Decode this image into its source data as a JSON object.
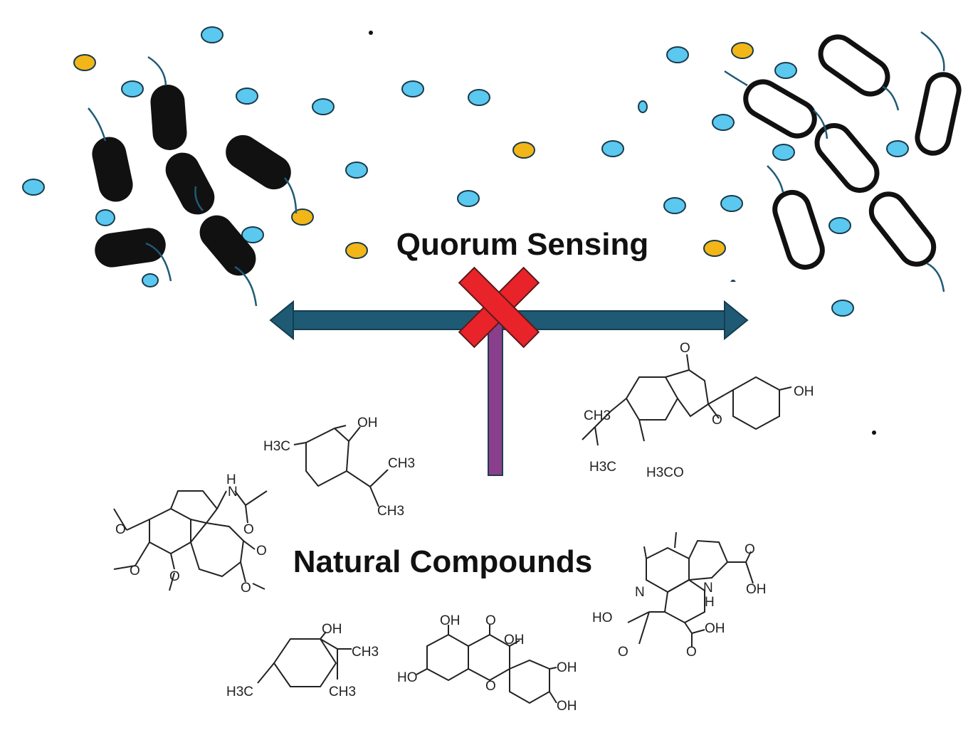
{
  "labels": {
    "quorum_sensing": "Quorum Sensing",
    "natural_compounds": "Natural Compounds"
  },
  "colors": {
    "signal_blue": "#5bc8f0",
    "signal_yellow": "#f2b619",
    "arrow": "#1f5a75",
    "inhibitor_bar": "#8a3f8c",
    "cross": "#e8232a",
    "flagellum": "#1f5a75",
    "bacteria_fill": "#111111"
  },
  "compounds": {
    "menthol": {
      "oh": "OH",
      "h3c": "H3C",
      "ch3_top": "CH3",
      "ch3_bottom": "CH3"
    },
    "flavanone": {
      "o_keto": "O",
      "oh": "OH",
      "o_ring": "O",
      "ch3": "CH3",
      "h3c": "H3C",
      "h3co": "H3CO"
    },
    "colchicine": {
      "nh": "H",
      "n": "N",
      "o_amide": "O",
      "o_keto": "O",
      "ome1": "O",
      "ome2": "O",
      "ome3": "O",
      "ome4": "O"
    },
    "pyrroloquinoline": {
      "oh1": "OH",
      "nh": "N",
      "h": "H",
      "n": "N",
      "ho": "HO",
      "oh2": "OH",
      "o1": "O",
      "o2": "O",
      "o3": "O"
    },
    "terpineol": {
      "oh": "OH",
      "ch3_top": "CH3",
      "ch3_bottom": "CH3",
      "h3c": "H3C"
    },
    "quercetin": {
      "oh_top": "OH",
      "o_top": "O",
      "oh_right": "OH",
      "ho": "HO",
      "o_ring": "O",
      "oh_r1": "OH",
      "oh_r2": "OH"
    }
  }
}
